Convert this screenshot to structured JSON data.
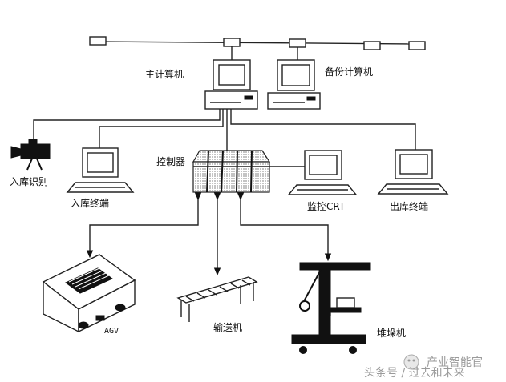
{
  "labels": {
    "main_computer": "主计算机",
    "backup_computer": "备份计算机",
    "controller": "控制器",
    "entry_id": "入库识别",
    "entry_terminal": "入库终端",
    "monitor_crt": "监控CRT",
    "exit_terminal": "出库终端",
    "agv": "AGV",
    "conveyor": "输送机",
    "stacker": "堆垛机"
  },
  "watermark": {
    "brand": "产业智能官",
    "source": "头条号 / 过去和未来"
  }
}
